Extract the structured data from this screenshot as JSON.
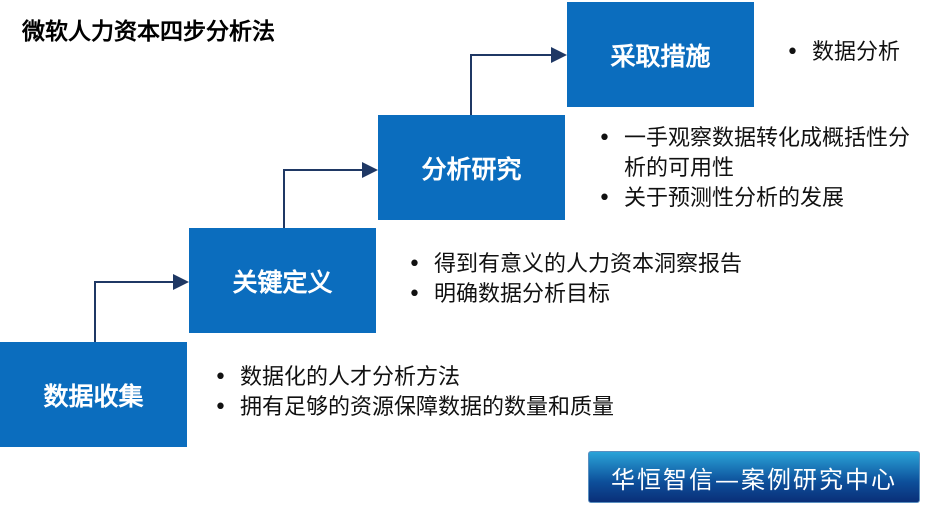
{
  "title": "微软人力资本四步分析法",
  "steps": [
    {
      "label": "数据收集",
      "bullets": [
        "数据化的人才分析方法",
        "拥有足够的资源保障数据的数量和质量"
      ]
    },
    {
      "label": "关键定义",
      "bullets": [
        "得到有意义的人力资本洞察报告",
        "明确数据分析目标"
      ]
    },
    {
      "label": "分析研究",
      "bullets": [
        "一手观察数据转化成概括性分析的可用性",
        "关于预测性分析的发展"
      ]
    },
    {
      "label": "采取措施",
      "bullets": [
        "数据分析"
      ]
    }
  ],
  "logo_text": "华恒智信—案例研究中心",
  "colors": {
    "box": "#0B6DBE",
    "arrow": "#1F3864"
  }
}
